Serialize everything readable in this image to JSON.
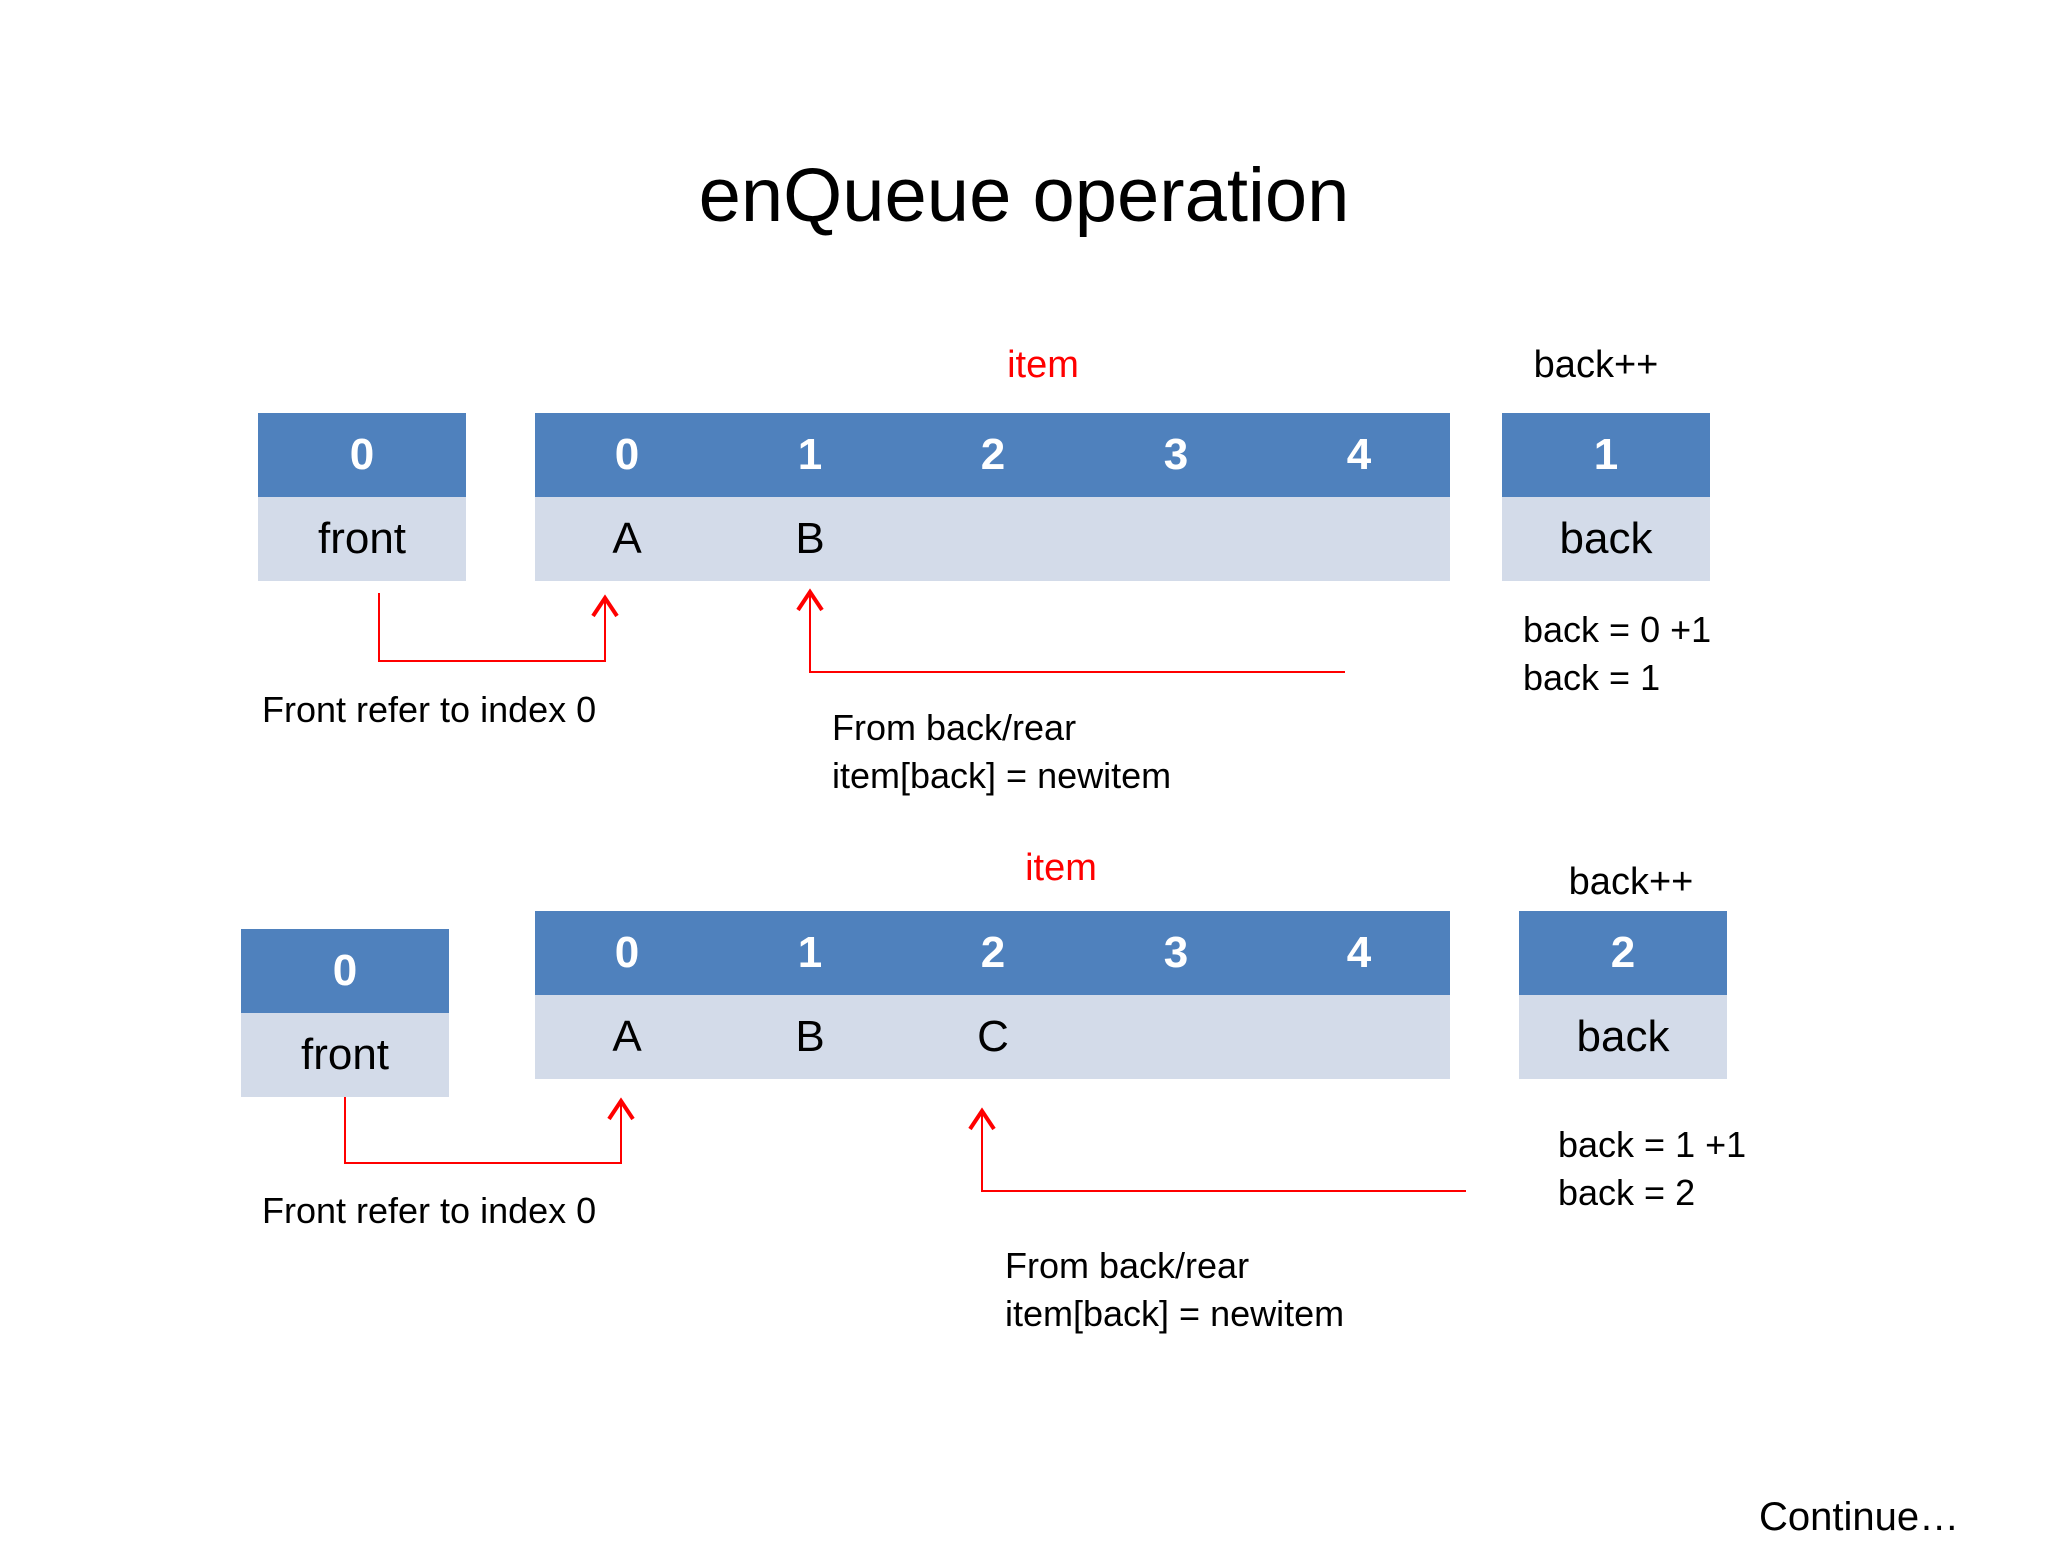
{
  "title": "enQueue operation",
  "colors": {
    "header_fill": "#4f81bd",
    "body_fill": "#d3dbe9",
    "arrow": "#ff0000",
    "item_label": "#ff0000"
  },
  "panels": [
    {
      "item_label": "item",
      "back_op_label": "back++",
      "front_box": {
        "index": "0",
        "label": "front"
      },
      "array": {
        "indices": [
          "0",
          "1",
          "2",
          "3",
          "4"
        ],
        "values": [
          "A",
          "B",
          "",
          "",
          ""
        ]
      },
      "back_box": {
        "index": "1",
        "label": "back"
      },
      "front_note": "Front refer to index 0",
      "back_note_lines": [
        "From back/rear",
        "item[back] = newitem"
      ],
      "calc_lines": [
        "back = 0 +1",
        "back = 1"
      ]
    },
    {
      "item_label": "item",
      "back_op_label": "back++",
      "front_box": {
        "index": "0",
        "label": "front"
      },
      "array": {
        "indices": [
          "0",
          "1",
          "2",
          "3",
          "4"
        ],
        "values": [
          "A",
          "B",
          "C",
          "",
          ""
        ]
      },
      "back_box": {
        "index": "2",
        "label": "back"
      },
      "front_note": "Front refer to index 0",
      "back_note_lines": [
        "From back/rear",
        "item[back] = newitem"
      ],
      "calc_lines": [
        "back = 1 +1",
        "back = 2"
      ]
    }
  ],
  "footer": "Continue…"
}
